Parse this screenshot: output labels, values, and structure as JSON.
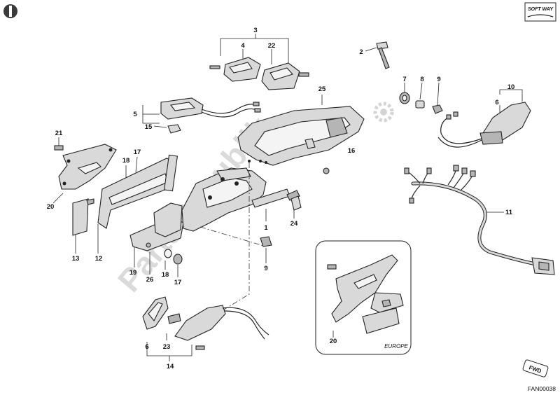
{
  "page_id": "FAN00038",
  "brand_logo_text": "SOFT WAY",
  "badge_text": "FWD",
  "inset_label": "EUROPE",
  "watermark_text": "PartsRepublik",
  "callouts": {
    "c1": "1",
    "c2": "2",
    "c3": "3",
    "c4": "4",
    "c5": "5",
    "c6a": "6",
    "c6b": "6",
    "c7": "7",
    "c8": "8",
    "c9a": "9",
    "c9b": "9",
    "c10": "10",
    "c11": "11",
    "c12": "12",
    "c13": "13",
    "c14": "14",
    "c15": "15",
    "c16": "16",
    "c17a": "17",
    "c17b": "17",
    "c18a": "18",
    "c18b": "18",
    "c19": "19",
    "c20a": "20",
    "c20b": "20",
    "c21": "21",
    "c22": "22",
    "c23": "23",
    "c24": "24",
    "c25": "25",
    "c26": "26"
  }
}
